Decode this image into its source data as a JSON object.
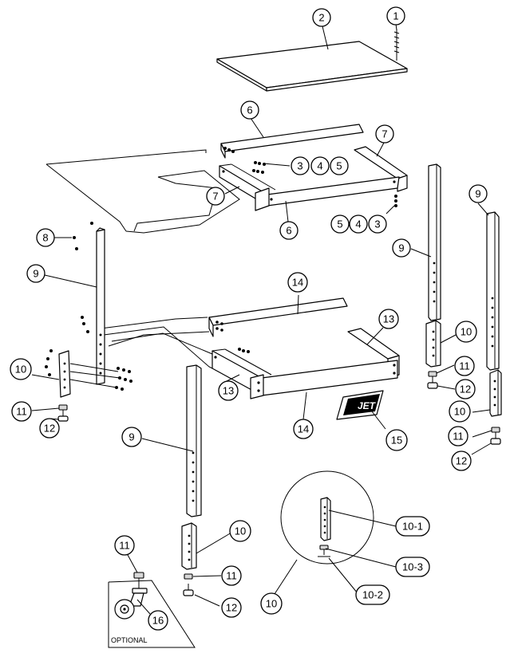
{
  "callouts": [
    {
      "id": "c-1",
      "label": "1"
    },
    {
      "id": "c-2",
      "label": "2"
    },
    {
      "id": "c-6a",
      "label": "6"
    },
    {
      "id": "c-7a",
      "label": "7"
    },
    {
      "id": "c-3a",
      "label": "3"
    },
    {
      "id": "c-4a",
      "label": "4"
    },
    {
      "id": "c-5a",
      "label": "5"
    },
    {
      "id": "c-7b",
      "label": "7"
    },
    {
      "id": "c-6b",
      "label": "6"
    },
    {
      "id": "c-5b",
      "label": "5"
    },
    {
      "id": "c-4b",
      "label": "4"
    },
    {
      "id": "c-3b",
      "label": "3"
    },
    {
      "id": "c-8",
      "label": "8"
    },
    {
      "id": "c-9a",
      "label": "9"
    },
    {
      "id": "c-9b",
      "label": "9"
    },
    {
      "id": "c-9c",
      "label": "9"
    },
    {
      "id": "c-14a",
      "label": "14"
    },
    {
      "id": "c-13a",
      "label": "13"
    },
    {
      "id": "c-10a",
      "label": "10"
    },
    {
      "id": "c-11a",
      "label": "11"
    },
    {
      "id": "c-12a",
      "label": "12"
    },
    {
      "id": "c-10b",
      "label": "10"
    },
    {
      "id": "c-11b",
      "label": "11"
    },
    {
      "id": "c-12b",
      "label": "12"
    },
    {
      "id": "c-13b",
      "label": "13"
    },
    {
      "id": "c-14b",
      "label": "14"
    },
    {
      "id": "c-15",
      "label": "15"
    },
    {
      "id": "c-10c",
      "label": "10"
    },
    {
      "id": "c-11c",
      "label": "11"
    },
    {
      "id": "c-12c",
      "label": "12"
    },
    {
      "id": "c-9d",
      "label": "9"
    },
    {
      "id": "c-10d",
      "label": "10"
    },
    {
      "id": "c-11d",
      "label": "11"
    },
    {
      "id": "c-12d",
      "label": "12"
    },
    {
      "id": "c-11e",
      "label": "11"
    },
    {
      "id": "c-16",
      "label": "16"
    },
    {
      "id": "c-10-1",
      "label": "10-1"
    },
    {
      "id": "c-10-3",
      "label": "10-3"
    },
    {
      "id": "c-10-2",
      "label": "10-2"
    },
    {
      "id": "c-10e",
      "label": "10"
    }
  ],
  "optional_caption": "OPTIONAL",
  "logo_text": "JET"
}
